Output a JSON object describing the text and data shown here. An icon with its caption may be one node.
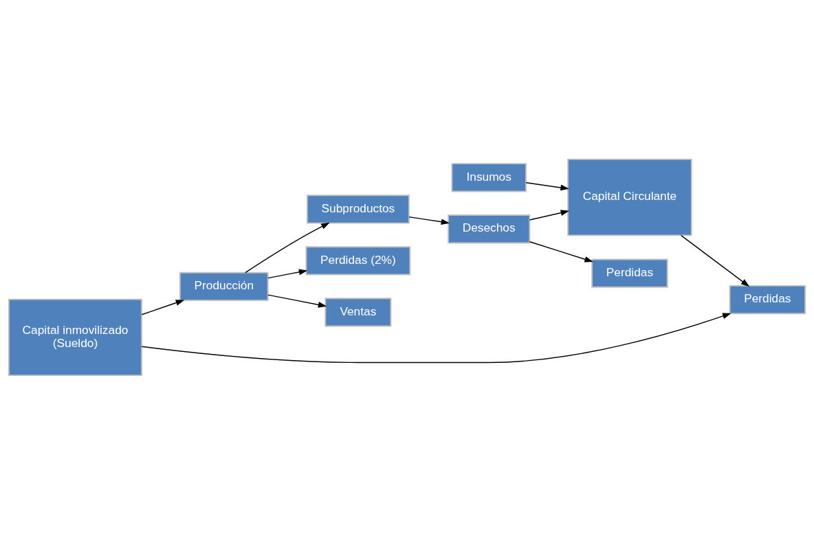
{
  "diagram": {
    "nodes": [
      {
        "text": [
          "Insumos"
        ]
      },
      {
        "text": [
          "Capital Circulante"
        ]
      },
      {
        "text": [
          "Desechos"
        ]
      },
      {
        "text": [
          "Perdidas"
        ]
      },
      {
        "text": [
          "Capital inmovilizado",
          "(Sueldo)"
        ]
      },
      {
        "text": [
          "Subproductos"
        ]
      },
      {
        "text": [
          "Producción"
        ]
      },
      {
        "text": [
          "Perdidas (2%)"
        ]
      },
      {
        "text": [
          "Ventas"
        ]
      },
      {
        "text": [
          "Perdidas"
        ]
      }
    ],
    "edges": [
      {
        "from": 0,
        "to": 1,
        "arrow": "to"
      },
      {
        "from": 2,
        "to": 1,
        "arrow": "to"
      },
      {
        "from": 2,
        "to": 3,
        "arrow": "to"
      },
      {
        "from": 5,
        "to": 2,
        "arrow": "to"
      },
      {
        "from": 4,
        "to": 6,
        "arrow": "to"
      },
      {
        "from": 6,
        "to": 7,
        "arrow": "to"
      },
      {
        "from": 6,
        "to": 5,
        "arrow": "to"
      },
      {
        "from": 6,
        "to": 8,
        "arrow": "to"
      },
      {
        "from": 1,
        "to": 9,
        "arrow": "to"
      },
      {
        "from": 4,
        "to": 9,
        "arrow": "to"
      }
    ]
  }
}
